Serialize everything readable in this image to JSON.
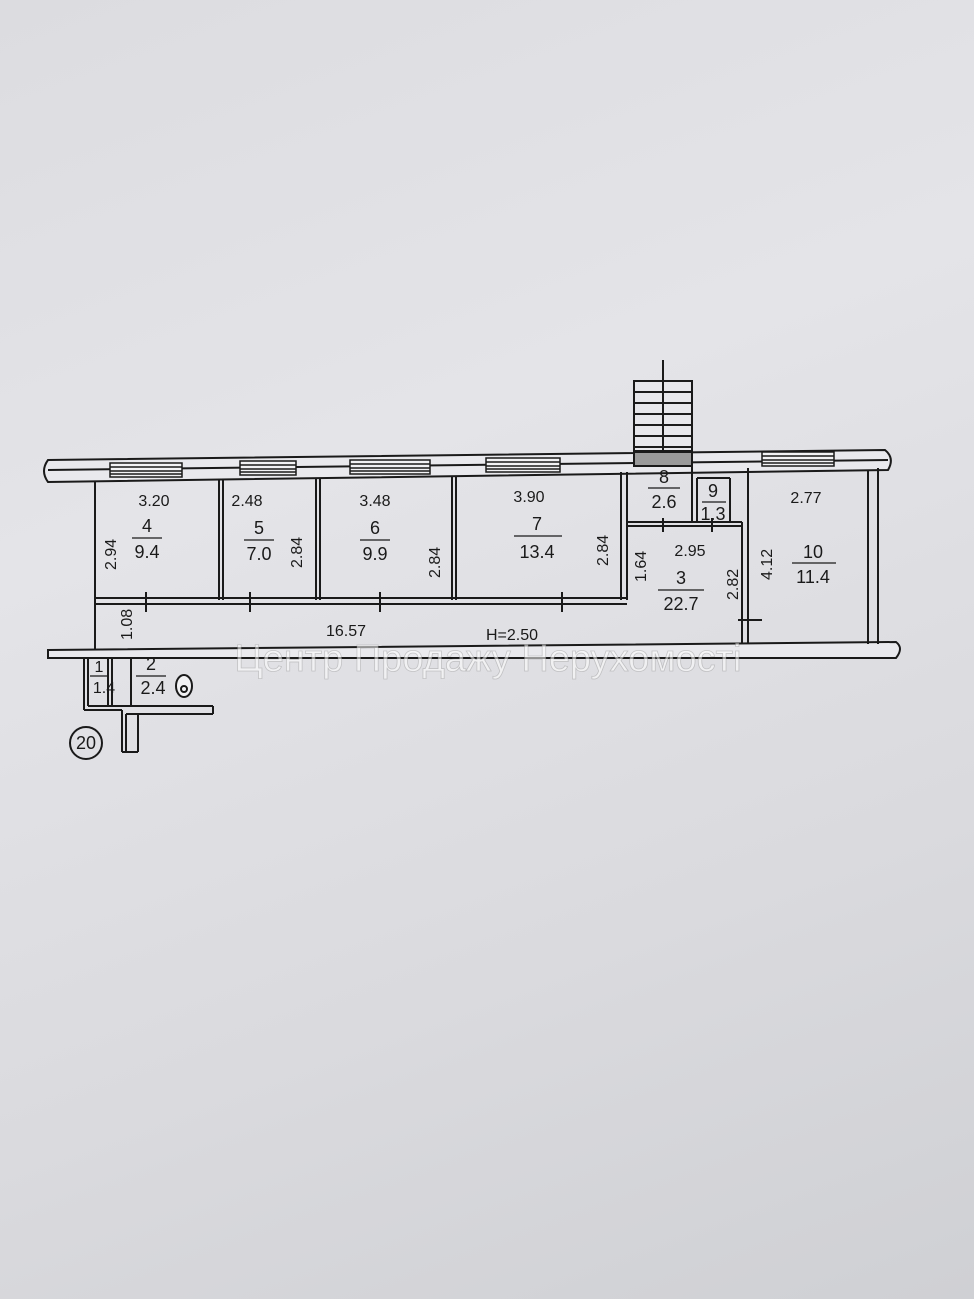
{
  "plan": {
    "watermark": "Центр Продажу Нерухомості",
    "height_label": "H=2.50",
    "overall_length": "16.57",
    "axis_marker": "20",
    "rooms": [
      {
        "no": "1",
        "area": "1.4"
      },
      {
        "no": "2",
        "area": "2.4"
      },
      {
        "no": "3",
        "area": "22.7"
      },
      {
        "no": "4",
        "area": "9.4"
      },
      {
        "no": "5",
        "area": "7.0"
      },
      {
        "no": "6",
        "area": "9.9"
      },
      {
        "no": "7",
        "area": "13.4"
      },
      {
        "no": "8",
        "area": "2.6"
      },
      {
        "no": "9",
        "area": "1.3"
      },
      {
        "no": "10",
        "area": "11.4"
      }
    ],
    "dimensions": {
      "room4_width": "3.20",
      "room4_depth": "2.94",
      "room5_width": "2.48",
      "room5_depth": "2.84",
      "room6_width": "3.48",
      "room6_depth": "2.84",
      "room7_width": "3.90",
      "room7_depth": "2.84",
      "room10_width": "2.77",
      "room10_depth": "4.12",
      "room3_width": "2.95",
      "room3_depth": "1.64",
      "room3_side": "2.82",
      "corridor_width": "1.08"
    }
  }
}
